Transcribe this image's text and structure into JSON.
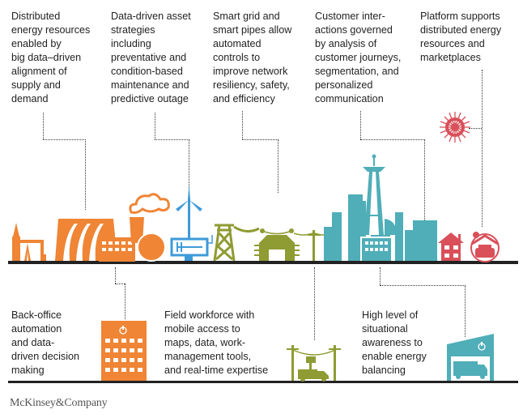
{
  "top_captions": [
    {
      "text": "Distributed\nenergy resources\nenabled by\nbig data–driven\nalignment of\nsupply and\ndemand"
    },
    {
      "text": "Data-driven asset\nstrategies\nincluding\npreventative and\ncondition-based\nmaintenance and\npredictive outage"
    },
    {
      "text": "Smart grid and\nsmart pipes allow\nautomated\ncontrols to\nimprove network\nresiliency, safety,\nand efficiency"
    },
    {
      "text": "Customer inter-\nactions governed\nby analysis of\ncustomer journeys,\nsegmentation, and\npersonalized\ncommunication"
    },
    {
      "text": "Platform supports\ndistributed energy\nresources and\nmarketplaces"
    }
  ],
  "bottom_captions": [
    {
      "text": "Back-office\nautomation\nand data-\ndriven decision\nmaking"
    },
    {
      "text": "Field workforce with\nmobile access to\nmaps, data, work-\nmanagement tools,\nand real-time expertise"
    },
    {
      "text": "High level of\nsituational\nawareness to\nenable energy\nbalancing"
    }
  ],
  "icons": {
    "power_plants": "power-generation-icons",
    "wind": "wind-turbine-icon",
    "grid": "transmission-tower-icon",
    "city": "city-skyline-icon",
    "home": "house-icon",
    "ev": "electric-car-icon",
    "sun": "sun-icon",
    "office": "office-building-icon",
    "field": "utility-truck-icon",
    "control": "control-center-icon"
  },
  "colors": {
    "orange": "#ef8535",
    "blue": "#3d9ad9",
    "green": "#8f9b33",
    "teal": "#4faeb8",
    "red": "#d9505a",
    "ground": "#222222"
  },
  "footer": {
    "brand": "McKinsey&Company"
  }
}
